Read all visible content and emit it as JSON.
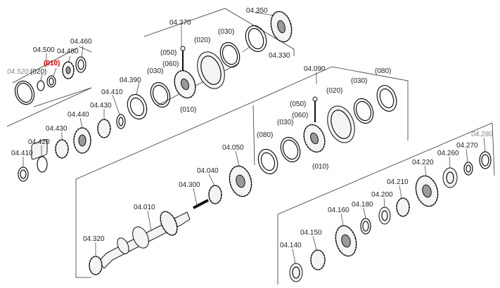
{
  "labels": {
    "l04_350": "04.350",
    "l04_370": "04.370",
    "l04_330": "04.330",
    "l04_500": "04.500",
    "l04_460": "04.460",
    "l04_480": "04.480",
    "l04_520": "04.520",
    "l010_hl": "(010)",
    "l020_a": "(020)",
    "l050_a": "(050)",
    "l060_a": "(060)",
    "l020_b": "(020)",
    "l030_a": "(030)",
    "l030_b": "(030)",
    "l010_a": "(010)",
    "l04_390": "04.390",
    "l04_410a": "04.410",
    "l04_430a": "04.430",
    "l04_440": "04.440",
    "l04_430b": "04.430",
    "l04_420": "04.420",
    "l04_410b": "04.410",
    "l04_090": "04.090",
    "l080_a": "(080)",
    "l030_c": "(030)",
    "l020_c": "(020)",
    "l050_b": "(050)",
    "l060_b": "(060)",
    "l080_b": "(080)",
    "l030_d": "(030)",
    "l010_b": "(010)",
    "l04_050": "04.050",
    "l04_040": "04.040",
    "l04_300": "04.300",
    "l04_010": "04.010",
    "l04_320": "04.320",
    "l04_280": "04.280",
    "l04_270": "04.270",
    "l04_260": "04.260",
    "l04_220": "04.220",
    "l04_210": "04.210",
    "l04_200": "04.200",
    "l04_180": "04.180",
    "l04_160": "04.160",
    "l04_150": "04.150",
    "l04_140": "04.140"
  }
}
